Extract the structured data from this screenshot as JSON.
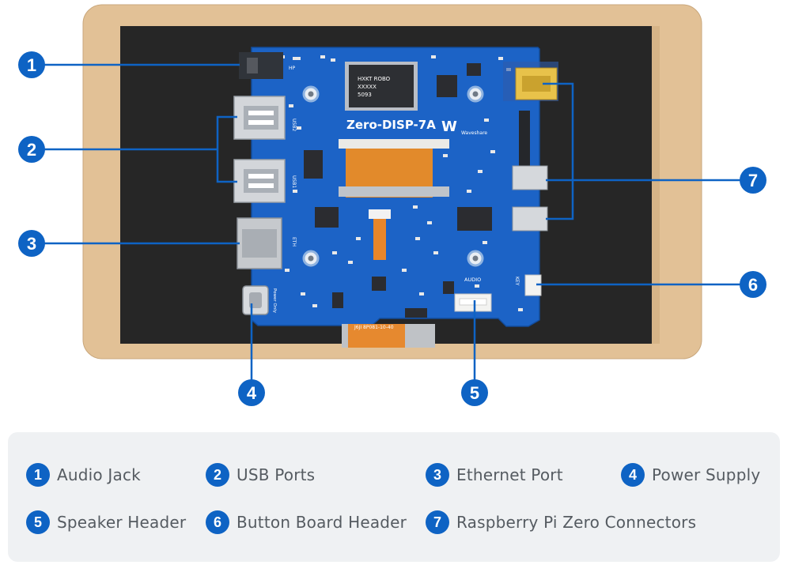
{
  "board": {
    "title": "Zero-DISP-7A",
    "brand": "Waveshare",
    "chip_text": [
      "HXKT ROBO",
      "XXXXX",
      "5093"
    ],
    "silkscreen": {
      "hp": "HP",
      "usb2": "USB2",
      "usb1": "USB1",
      "eth": "ETH",
      "power_only": "Power Only",
      "audio": "AUDIO",
      "key": "KEY",
      "fpc": "J6JI 8P081-10-40"
    }
  },
  "callouts": [
    {
      "num": "1",
      "label": "Audio Jack"
    },
    {
      "num": "2",
      "label": "USB Ports"
    },
    {
      "num": "3",
      "label": "Ethernet Port"
    },
    {
      "num": "4",
      "label": "Power Supply"
    },
    {
      "num": "5",
      "label": "Speaker Header"
    },
    {
      "num": "6",
      "label": "Button Board Header"
    },
    {
      "num": "7",
      "label": "Raspberry Pi Zero Connectors"
    }
  ],
  "colors": {
    "callout": "#0e63c4",
    "pcb": "#1c63c6",
    "bezel": "#e3c199",
    "screen": "#262626"
  }
}
